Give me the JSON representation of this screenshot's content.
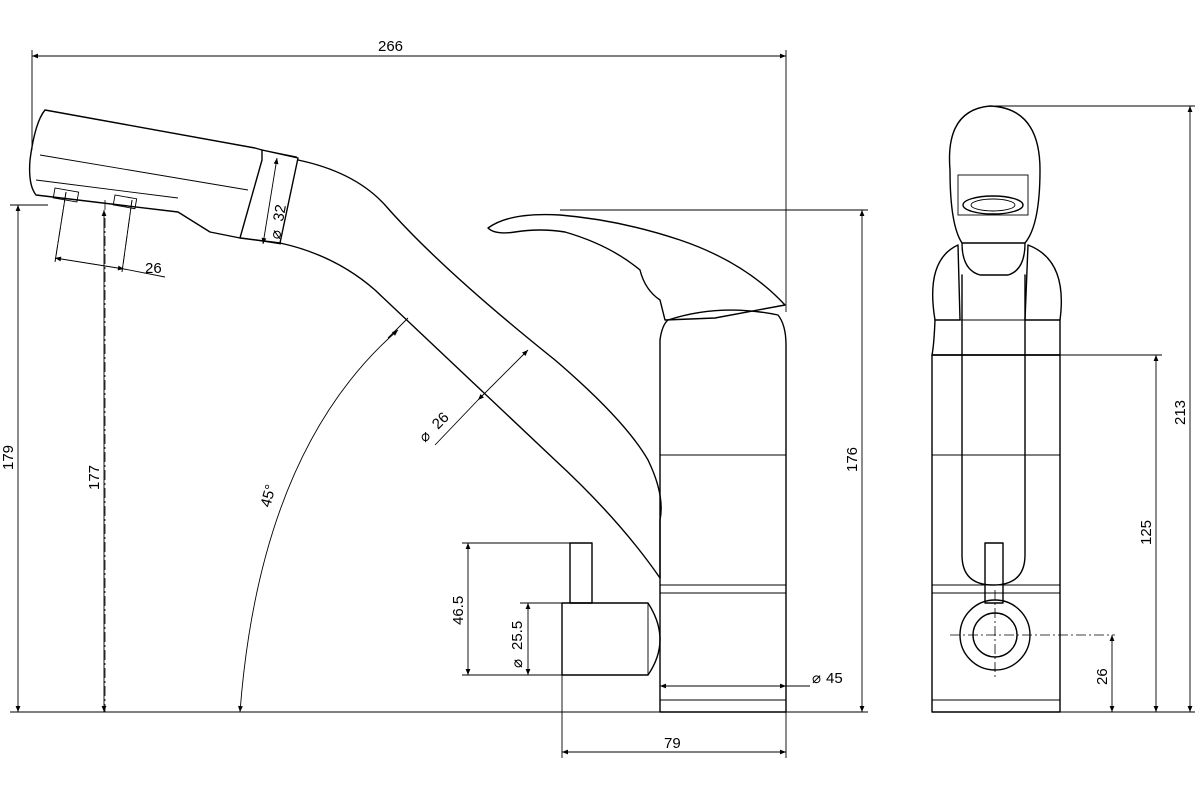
{
  "dimensions": {
    "overall_width": "266",
    "spout_diameter": "32",
    "aerator_offset": "26",
    "arm_diameter": "26",
    "angle": "45°",
    "height_left_outer": "179",
    "height_left_inner": "177",
    "height_body": "176",
    "valve_height": "46.5",
    "valve_diameter": "25.5",
    "body_diameter": "45",
    "valve_length": "79",
    "height_total": "213",
    "height_side": "125",
    "outlet_height": "26"
  }
}
